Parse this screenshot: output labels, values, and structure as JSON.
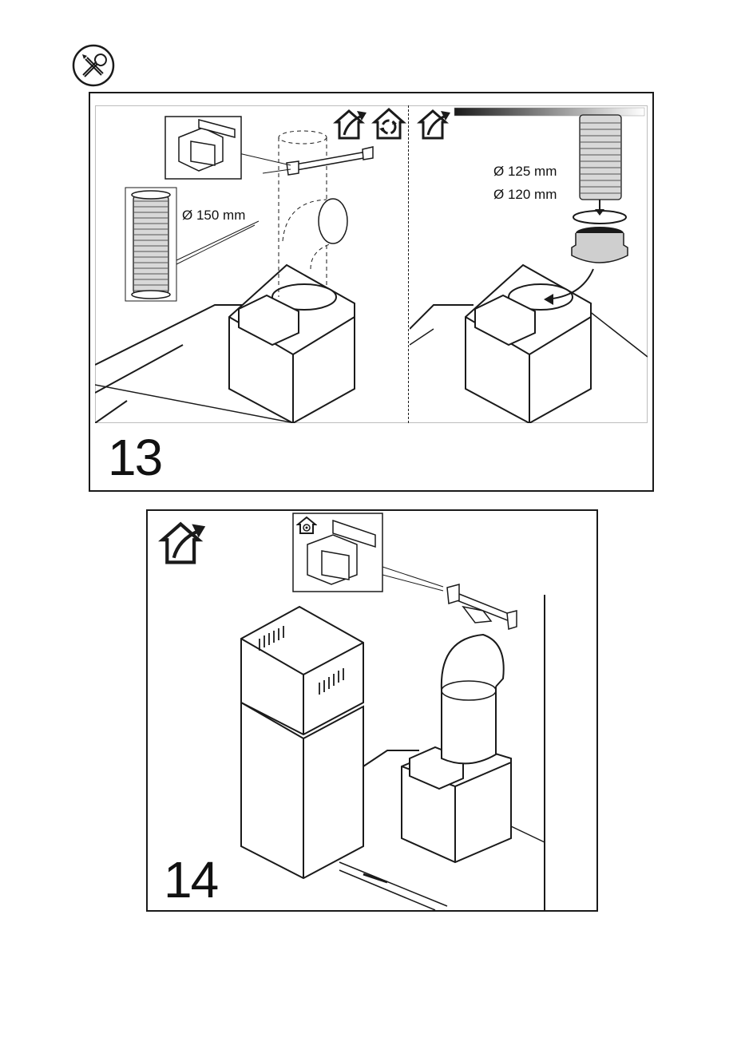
{
  "step13": {
    "number": "13",
    "left_panel": {
      "duct_diameter": "Ø 150 mm"
    },
    "right_panel": {
      "duct_diameter_a": "Ø 125 mm",
      "duct_diameter_b": "Ø 120 mm"
    }
  },
  "step14": {
    "number": "14"
  },
  "icons": {
    "header": "tools-icon",
    "ducted": "house-arrow-icon",
    "recirculation": "house-recycle-icon",
    "filter": "house-filter-icon"
  },
  "colors": {
    "line": "#1a1a1a",
    "fill_light": "#f2f2f2",
    "fill_mid": "#cfcfcf"
  }
}
